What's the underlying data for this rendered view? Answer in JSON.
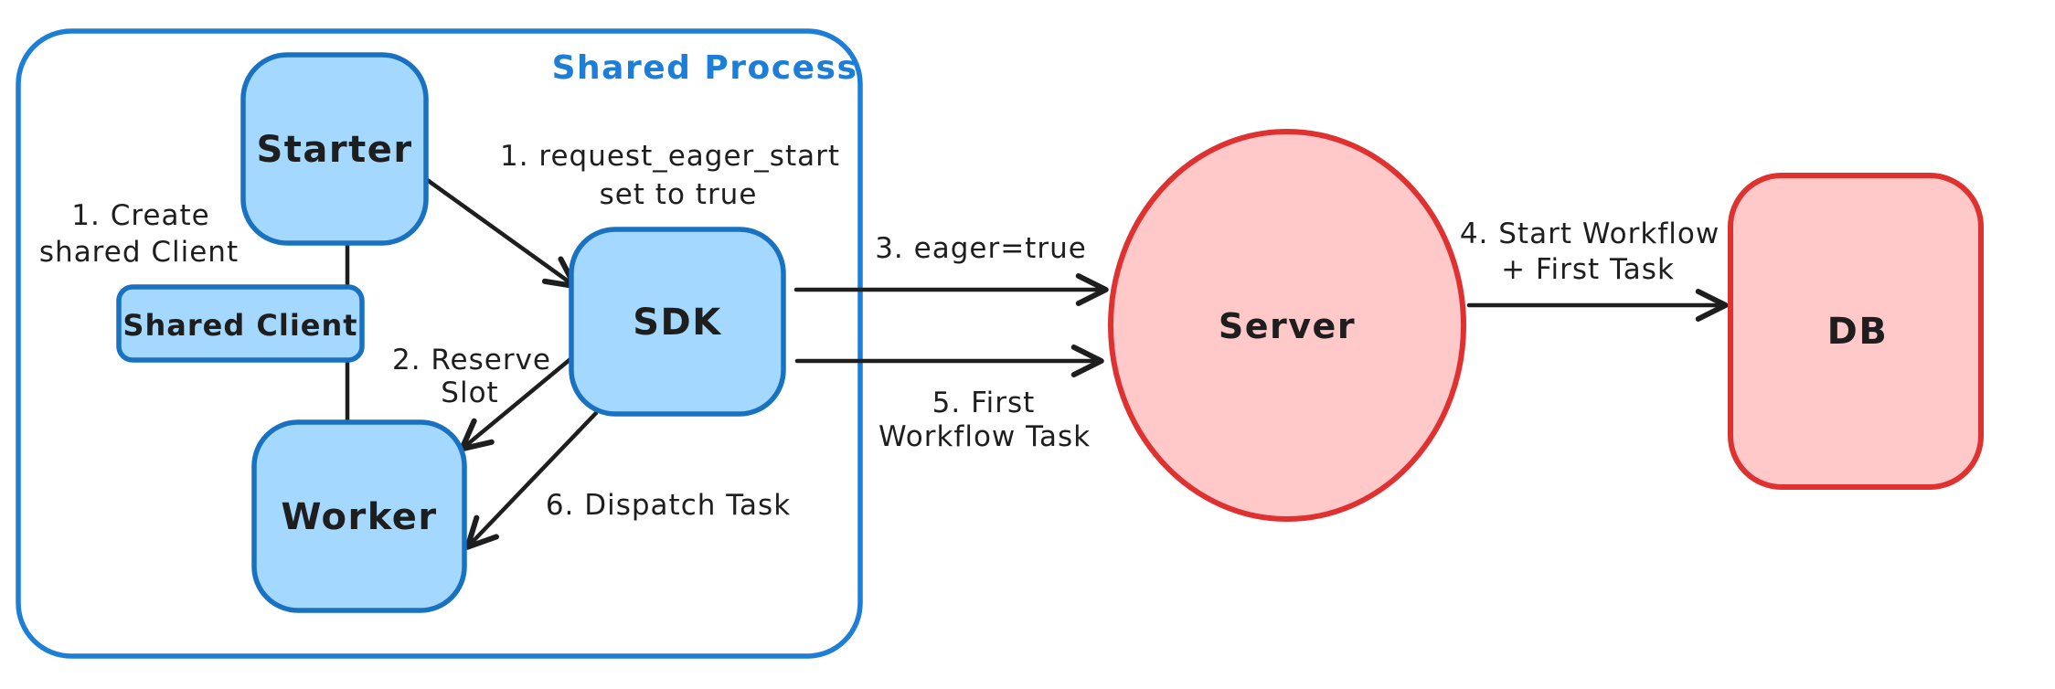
{
  "title": "Shared Process eager workflow start diagram",
  "colors": {
    "blue_stroke": "#1971c2",
    "blue_fill": "#a5d8ff",
    "container_stroke": "#1c7ed6",
    "red_stroke": "#e03131",
    "red_fill": "#ffc9c9",
    "ink": "#1e1e1e",
    "background": "#ffffff"
  },
  "container": {
    "label": "Shared Process"
  },
  "nodes": {
    "starter": {
      "label": "Starter",
      "shape": "rounded-rect",
      "color": "blue"
    },
    "shared_client": {
      "label": "Shared Client",
      "shape": "rounded-rect",
      "color": "blue"
    },
    "worker": {
      "label": "Worker",
      "shape": "rounded-rect",
      "color": "blue"
    },
    "sdk": {
      "label": "SDK",
      "shape": "rounded-rect",
      "color": "blue"
    },
    "server": {
      "label": "Server",
      "shape": "ellipse",
      "color": "red"
    },
    "db": {
      "label": "DB",
      "shape": "rounded-rect",
      "color": "red"
    }
  },
  "edges": {
    "create_shared_client": {
      "style": "plain-line",
      "from": "Starter",
      "to": "Worker",
      "via": "Shared Client",
      "lines": [
        "1. Create",
        "shared Client"
      ]
    },
    "request_eager_start": {
      "style": "arrow",
      "from": "Starter",
      "to": "SDK",
      "lines": [
        "1. request_eager_start",
        "set to true"
      ]
    },
    "reserve_slot": {
      "style": "arrow",
      "from": "SDK",
      "to": "Worker",
      "lines": [
        "2. Reserve",
        "Slot"
      ]
    },
    "eager_true": {
      "style": "arrow",
      "from": "SDK",
      "to": "Server",
      "lines": [
        "3. eager=true"
      ]
    },
    "start_workflow_first_task": {
      "style": "arrow",
      "from": "Server",
      "to": "DB",
      "lines": [
        "4. Start Workflow",
        "+ First Task"
      ]
    },
    "first_workflow_task": {
      "style": "arrow",
      "from": "SDK",
      "to": "Server",
      "lines": [
        "5. First",
        "Workflow Task"
      ]
    },
    "dispatch_task": {
      "style": "arrow",
      "from": "SDK",
      "to": "Worker",
      "lines": [
        "6. Dispatch Task"
      ]
    }
  }
}
